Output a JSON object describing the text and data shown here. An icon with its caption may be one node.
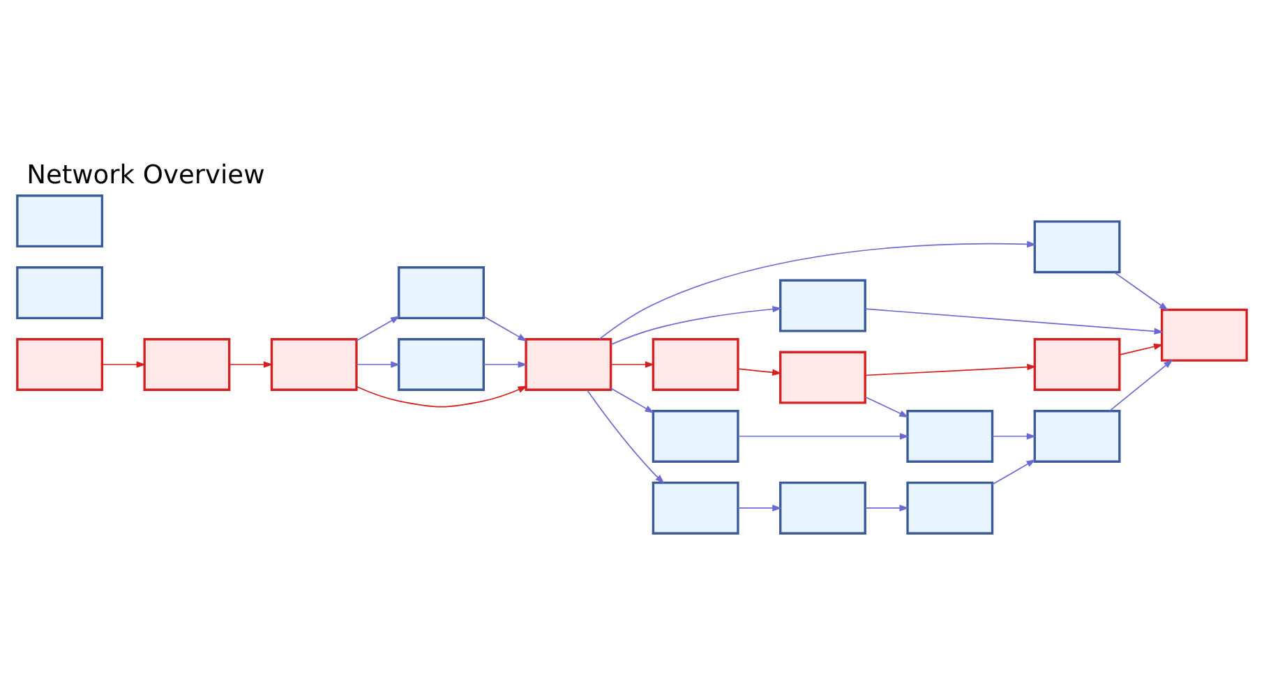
{
  "diagram": {
    "title": "Network Overview",
    "nodes": [
      {
        "text": [],
        "shape": "box"
      },
      {
        "text": [],
        "shape": "box"
      },
      {
        "text": [],
        "shape": "box"
      },
      {
        "text": [],
        "shape": "box"
      },
      {
        "text": [],
        "shape": "box"
      },
      {
        "text": [],
        "shape": "box"
      },
      {
        "text": [],
        "shape": "box"
      },
      {
        "text": [],
        "shape": "box"
      },
      {
        "text": [],
        "shape": "box"
      },
      {
        "text": [],
        "shape": "box"
      },
      {
        "text": [],
        "shape": "box"
      },
      {
        "text": [],
        "shape": "box"
      },
      {
        "text": [],
        "shape": "box"
      },
      {
        "text": [],
        "shape": "box"
      },
      {
        "text": [],
        "shape": "box"
      },
      {
        "text": [],
        "shape": "box"
      },
      {
        "text": [],
        "shape": "box"
      },
      {
        "text": [],
        "shape": "box"
      },
      {
        "text": [],
        "shape": "box"
      },
      {
        "text": [],
        "shape": "box"
      }
    ],
    "edges": [
      {
        "from": 0,
        "to": 3,
        "arrow": "to",
        "color": "#d42020"
      },
      {
        "from": 3,
        "to": 4,
        "arrow": "to",
        "color": "#d42020"
      },
      {
        "from": 4,
        "to": 7,
        "arrow": "to",
        "color": "#d42020"
      },
      {
        "from": 4,
        "to": 5,
        "arrow": "to"
      },
      {
        "from": 4,
        "to": 6,
        "arrow": "to"
      },
      {
        "from": 5,
        "to": 7,
        "arrow": "to"
      },
      {
        "from": 6,
        "to": 7,
        "arrow": "to"
      },
      {
        "from": 7,
        "to": 8,
        "arrow": "to"
      },
      {
        "from": 7,
        "to": 9,
        "arrow": "to"
      },
      {
        "from": 7,
        "to": 11,
        "arrow": "to",
        "color": "#d42020"
      },
      {
        "from": 7,
        "to": 14,
        "arrow": "to"
      },
      {
        "from": 7,
        "to": 17,
        "arrow": "to"
      },
      {
        "from": 8,
        "to": 10,
        "arrow": "to"
      },
      {
        "from": 9,
        "to": 10,
        "arrow": "to"
      },
      {
        "from": 11,
        "to": 12,
        "arrow": "to",
        "color": "#d42020"
      },
      {
        "from": 12,
        "to": 13,
        "arrow": "to",
        "color": "#d42020"
      },
      {
        "from": 13,
        "to": 10,
        "arrow": "to",
        "color": "#d42020"
      },
      {
        "from": 12,
        "to": 15,
        "arrow": "to"
      },
      {
        "from": 14,
        "to": 15,
        "arrow": "to"
      },
      {
        "from": 15,
        "to": 16,
        "arrow": "to"
      },
      {
        "from": 16,
        "to": 10,
        "arrow": "to"
      },
      {
        "from": 17,
        "to": 18,
        "arrow": "to"
      },
      {
        "from": 18,
        "to": 19,
        "arrow": "to"
      },
      {
        "from": 19,
        "to": 16,
        "arrow": "to"
      }
    ]
  }
}
